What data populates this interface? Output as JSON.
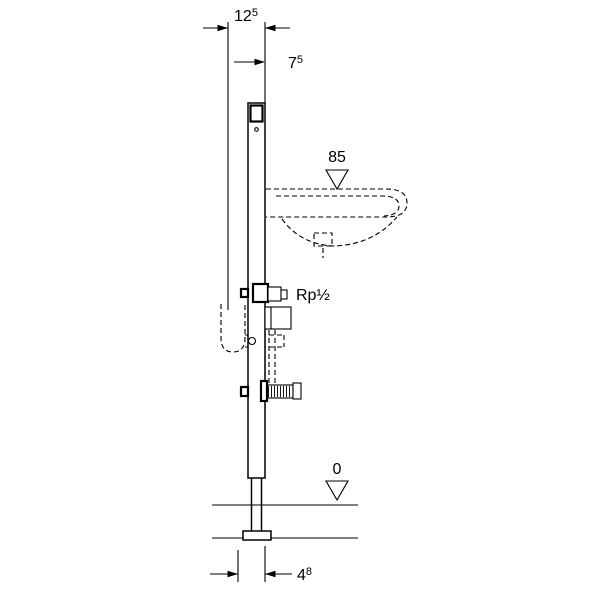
{
  "colors": {
    "line": "#000000",
    "background": "#ffffff"
  },
  "drawing": {
    "dim_top": {
      "int": "12",
      "sup": "5"
    },
    "dim_front": {
      "int": "7",
      "sup": "5"
    },
    "dim_bottom": {
      "int": "4",
      "sup": "8"
    },
    "level_basin": "85",
    "level_floor": "0",
    "connection_label": "Rp½"
  }
}
